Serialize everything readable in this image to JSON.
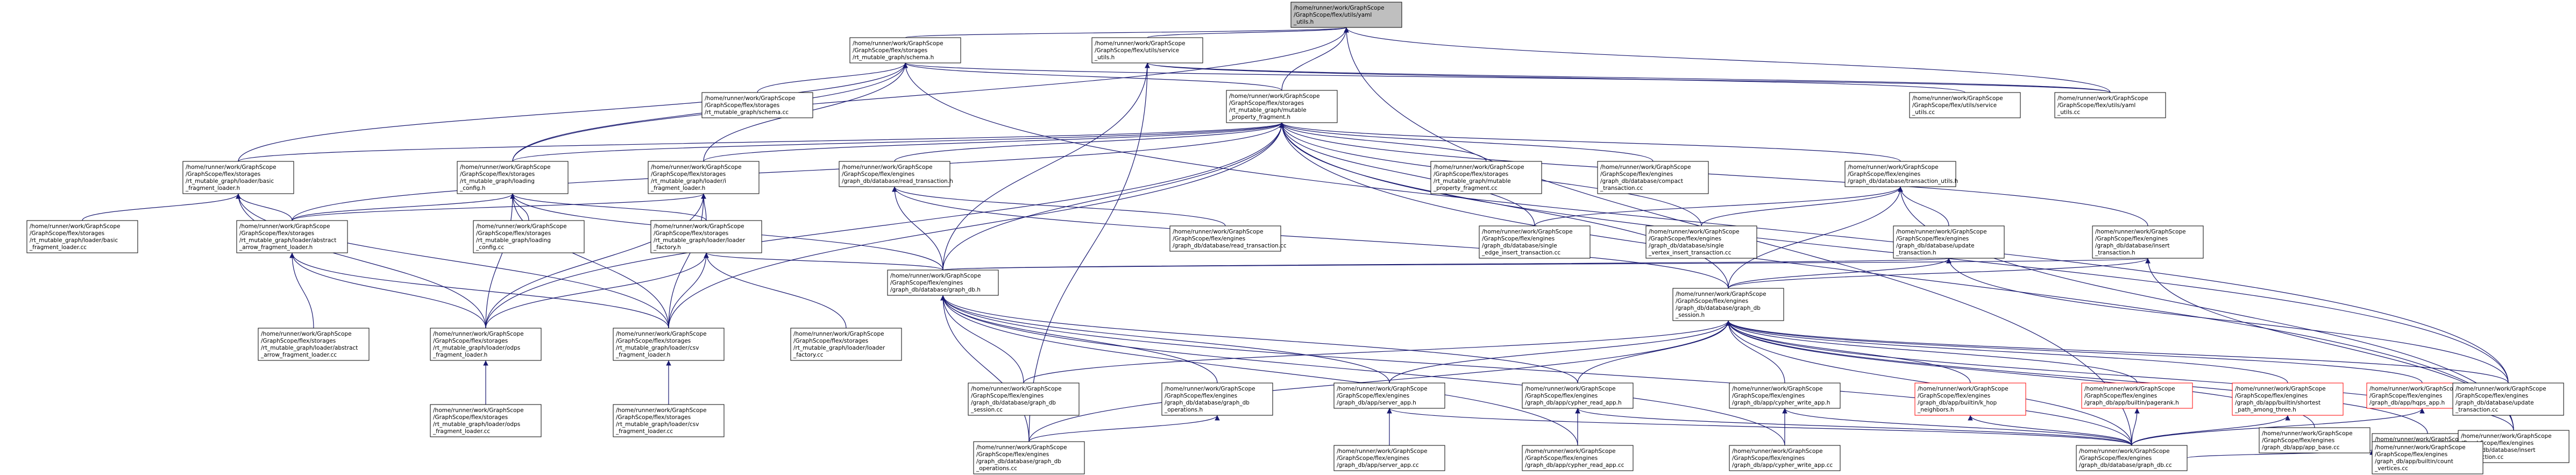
{
  "nodes": [
    {
      "id": "root",
      "lines": [
        "/home/runner/work/GraphScope",
        "/GraphScope/flex/utils/yaml",
        "_utils.h"
      ],
      "style": "root"
    },
    {
      "id": "schema_h",
      "lines": [
        "/home/runner/work/GraphScope",
        "/GraphScope/flex/storages",
        "/rt_mutable_graph/schema.h"
      ]
    },
    {
      "id": "service_utils_h",
      "lines": [
        "/home/runner/work/GraphScope",
        "/GraphScope/flex/utils/service",
        "_utils.h"
      ]
    },
    {
      "id": "mpf_h",
      "lines": [
        "/home/runner/work/GraphScope",
        "/GraphScope/flex/storages",
        "/rt_mutable_graph/mutable",
        "_property_fragment.h"
      ]
    },
    {
      "id": "schema_cc",
      "lines": [
        "/home/runner/work/GraphScope",
        "/GraphScope/flex/storages",
        "/rt_mutable_graph/schema.cc"
      ]
    },
    {
      "id": "service_utils_cc",
      "lines": [
        "/home/runner/work/GraphScope",
        "/GraphScope/flex/utils/service",
        "_utils.cc"
      ]
    },
    {
      "id": "yaml_utils_cc",
      "lines": [
        "/home/runner/work/GraphScope",
        "/GraphScope/flex/utils/yaml",
        "_utils.cc"
      ]
    },
    {
      "id": "basic_loader_h",
      "lines": [
        "/home/runner/work/GraphScope",
        "/GraphScope/flex/storages",
        "/rt_mutable_graph/loader/basic",
        "_fragment_loader.h"
      ]
    },
    {
      "id": "loading_config_h",
      "lines": [
        "/home/runner/work/GraphScope",
        "/GraphScope/flex/storages",
        "/rt_mutable_graph/loading",
        "_config.h"
      ]
    },
    {
      "id": "i_loader_h",
      "lines": [
        "/home/runner/work/GraphScope",
        "/GraphScope/flex/storages",
        "/rt_mutable_graph/loader/i",
        "_fragment_loader.h"
      ]
    },
    {
      "id": "read_txn_h",
      "lines": [
        "/home/runner/work/GraphScope",
        "/GraphScope/flex/engines",
        "/graph_db/database/read_transaction.h"
      ]
    },
    {
      "id": "mpf_cc",
      "lines": [
        "/home/runner/work/GraphScope",
        "/GraphScope/flex/storages",
        "/rt_mutable_graph/mutable",
        "_property_fragment.cc"
      ]
    },
    {
      "id": "compact_txn_cc",
      "lines": [
        "/home/runner/work/GraphScope",
        "/GraphScope/flex/engines",
        "/graph_db/database/compact",
        "_transaction.cc"
      ]
    },
    {
      "id": "txn_utils_h",
      "lines": [
        "/home/runner/work/GraphScope",
        "/GraphScope/flex/engines",
        "/graph_db/database/transaction_utils.h"
      ]
    },
    {
      "id": "basic_loader_cc",
      "lines": [
        "/home/runner/work/GraphScope",
        "/GraphScope/flex/storages",
        "/rt_mutable_graph/loader/basic",
        "_fragment_loader.cc"
      ]
    },
    {
      "id": "abstract_arrow_h",
      "lines": [
        "/home/runner/work/GraphScope",
        "/GraphScope/flex/storages",
        "/rt_mutable_graph/loader/abstract",
        "_arrow_fragment_loader.h"
      ]
    },
    {
      "id": "loading_config_cc",
      "lines": [
        "/home/runner/work/GraphScope",
        "/GraphScope/flex/storages",
        "/rt_mutable_graph/loading",
        "_config.cc"
      ]
    },
    {
      "id": "loader_factory_h",
      "lines": [
        "/home/runner/work/GraphScope",
        "/GraphScope/flex/storages",
        "/rt_mutable_graph/loader/loader",
        "_factory.h"
      ]
    },
    {
      "id": "read_txn_cc",
      "lines": [
        "/home/runner/work/GraphScope",
        "/GraphScope/flex/engines",
        "/graph_db/database/read_transaction.cc"
      ]
    },
    {
      "id": "single_edge_cc",
      "lines": [
        "/home/runner/work/GraphScope",
        "/GraphScope/flex/engines",
        "/graph_db/database/single",
        "_edge_insert_transaction.cc"
      ]
    },
    {
      "id": "single_vertex_cc",
      "lines": [
        "/home/runner/work/GraphScope",
        "/GraphScope/flex/engines",
        "/graph_db/database/single",
        "_vertex_insert_transaction.cc"
      ]
    },
    {
      "id": "update_txn_h",
      "lines": [
        "/home/runner/work/GraphScope",
        "/GraphScope/flex/engines",
        "/graph_db/database/update",
        "_transaction.h"
      ]
    },
    {
      "id": "insert_txn_h",
      "lines": [
        "/home/runner/work/GraphScope",
        "/GraphScope/flex/engines",
        "/graph_db/database/insert",
        "_transaction.h"
      ]
    },
    {
      "id": "graph_db_h",
      "lines": [
        "/home/runner/work/GraphScope",
        "/GraphScope/flex/engines",
        "/graph_db/database/graph_db.h"
      ]
    },
    {
      "id": "graph_db_session_h",
      "lines": [
        "/home/runner/work/GraphScope",
        "/GraphScope/flex/engines",
        "/graph_db/database/graph_db",
        "_session.h"
      ]
    },
    {
      "id": "abstract_arrow_cc",
      "lines": [
        "/home/runner/work/GraphScope",
        "/GraphScope/flex/storages",
        "/rt_mutable_graph/loader/abstract",
        "_arrow_fragment_loader.cc"
      ]
    },
    {
      "id": "odps_loader_h",
      "lines": [
        "/home/runner/work/GraphScope",
        "/GraphScope/flex/storages",
        "/rt_mutable_graph/loader/odps",
        "_fragment_loader.h"
      ]
    },
    {
      "id": "csv_loader_h",
      "lines": [
        "/home/runner/work/GraphScope",
        "/GraphScope/flex/storages",
        "/rt_mutable_graph/loader/csv",
        "_fragment_loader.h"
      ]
    },
    {
      "id": "loader_factory_cc",
      "lines": [
        "/home/runner/work/GraphScope",
        "/GraphScope/flex/storages",
        "/rt_mutable_graph/loader/loader",
        "_factory.cc"
      ]
    },
    {
      "id": "graph_db_session_cc",
      "lines": [
        "/home/runner/work/GraphScope",
        "/GraphScope/flex/engines",
        "/graph_db/database/graph_db",
        "_session.cc"
      ]
    },
    {
      "id": "graph_db_operations_h",
      "lines": [
        "/home/runner/work/GraphScope",
        "/GraphScope/flex/engines",
        "/graph_db/database/graph_db",
        "_operations.h"
      ]
    },
    {
      "id": "server_app_h",
      "lines": [
        "/home/runner/work/GraphScope",
        "/GraphScope/flex/engines",
        "/graph_db/app/server_app.h"
      ]
    },
    {
      "id": "cypher_read_app_h",
      "lines": [
        "/home/runner/work/GraphScope",
        "/GraphScope/flex/engines",
        "/graph_db/app/cypher_read_app.h"
      ]
    },
    {
      "id": "cypher_write_app_h",
      "lines": [
        "/home/runner/work/GraphScope",
        "/GraphScope/flex/engines",
        "/graph_db/app/cypher_write_app.h"
      ]
    },
    {
      "id": "khop_h",
      "lines": [
        "/home/runner/work/GraphScope",
        "/GraphScope/flex/engines",
        "/graph_db/app/builtin/k_hop",
        "_neighbors.h"
      ],
      "style": "red"
    },
    {
      "id": "pagerank_h",
      "lines": [
        "/home/runner/work/GraphScope",
        "/GraphScope/flex/engines",
        "/graph_db/app/builtin/pagerank.h"
      ],
      "style": "red"
    },
    {
      "id": "shortest_path_h",
      "lines": [
        "/home/runner/work/GraphScope",
        "/GraphScope/flex/engines",
        "/graph_db/app/builtin/shortest",
        "_path_among_three.h"
      ],
      "style": "red"
    },
    {
      "id": "app_base_cc",
      "lines": [
        "/home/runner/work/GraphScope",
        "/GraphScope/flex/engines",
        "/graph_db/app/app_base.cc"
      ]
    },
    {
      "id": "hqps_app_h",
      "lines": [
        "/home/runner/work/GraphScope",
        "/GraphScope/flex/engines",
        "/graph_db/app/hqps_app.h"
      ],
      "style": "red"
    },
    {
      "id": "count_vertices_h",
      "lines": [
        "/home/runner/work/GraphScope",
        "/GraphScope/flex/engines",
        "/graph_db/app/builtin/count",
        "_vertices.h"
      ]
    },
    {
      "id": "update_txn_cc",
      "lines": [
        "/home/runner/work/GraphScope",
        "/GraphScope/flex/engines",
        "/graph_db/database/update",
        "_transaction.cc"
      ]
    },
    {
      "id": "insert_txn_cc",
      "lines": [
        "/home/runner/work/GraphScope",
        "/GraphScope/flex/engines",
        "/graph_db/database/insert",
        "_transaction.cc"
      ]
    },
    {
      "id": "odps_loader_cc",
      "lines": [
        "/home/runner/work/GraphScope",
        "/GraphScope/flex/storages",
        "/rt_mutable_graph/loader/odps",
        "_fragment_loader.cc"
      ]
    },
    {
      "id": "csv_loader_cc",
      "lines": [
        "/home/runner/work/GraphScope",
        "/GraphScope/flex/storages",
        "/rt_mutable_graph/loader/csv",
        "_fragment_loader.cc"
      ]
    },
    {
      "id": "graph_db_operations_cc",
      "lines": [
        "/home/runner/work/GraphScope",
        "/GraphScope/flex/engines",
        "/graph_db/database/graph_db",
        "_operations.cc"
      ]
    },
    {
      "id": "server_app_cc",
      "lines": [
        "/home/runner/work/GraphScope",
        "/GraphScope/flex/engines",
        "/graph_db/app/server_app.cc"
      ]
    },
    {
      "id": "cypher_read_app_cc",
      "lines": [
        "/home/runner/work/GraphScope",
        "/GraphScope/flex/engines",
        "/graph_db/app/cypher_read_app.cc"
      ]
    },
    {
      "id": "cypher_write_app_cc",
      "lines": [
        "/home/runner/work/GraphScope",
        "/GraphScope/flex/engines",
        "/graph_db/app/cypher_write_app.cc"
      ]
    },
    {
      "id": "graph_db_cc",
      "lines": [
        "/home/runner/work/GraphScope",
        "/GraphScope/flex/engines",
        "/graph_db/database/graph_db.cc"
      ]
    },
    {
      "id": "count_vertices_cc",
      "lines": [
        "/home/runner/work/GraphScope",
        "/GraphScope/flex/engines",
        "/graph_db/app/builtin/count",
        "_vertices.cc"
      ]
    }
  ],
  "edges": [
    [
      "root",
      "schema_h"
    ],
    [
      "root",
      "service_utils_h"
    ],
    [
      "root",
      "mpf_h"
    ],
    [
      "root",
      "loading_config_h"
    ],
    [
      "root",
      "yaml_utils_cc"
    ],
    [
      "root",
      "graph_db_cc"
    ],
    [
      "schema_h",
      "schema_cc"
    ],
    [
      "schema_h",
      "mpf_h"
    ],
    [
      "schema_h",
      "basic_loader_h"
    ],
    [
      "schema_h",
      "loading_config_h"
    ],
    [
      "schema_h",
      "i_loader_h"
    ],
    [
      "schema_h",
      "yaml_utils_cc"
    ],
    [
      "schema_h",
      "update_txn_cc"
    ],
    [
      "service_utils_h",
      "service_utils_cc"
    ],
    [
      "service_utils_h",
      "graph_db_h"
    ],
    [
      "service_utils_h",
      "graph_db_operations_cc"
    ],
    [
      "service_utils_h",
      "yaml_utils_cc"
    ],
    [
      "mpf_h",
      "basic_loader_h"
    ],
    [
      "mpf_h",
      "loading_config_h"
    ],
    [
      "mpf_h",
      "i_loader_h"
    ],
    [
      "mpf_h",
      "read_txn_h"
    ],
    [
      "mpf_h",
      "mpf_cc"
    ],
    [
      "mpf_h",
      "compact_txn_cc"
    ],
    [
      "mpf_h",
      "txn_utils_h"
    ],
    [
      "mpf_h",
      "abstract_arrow_h"
    ],
    [
      "mpf_h",
      "graph_db_h"
    ],
    [
      "mpf_h",
      "single_edge_cc"
    ],
    [
      "mpf_h",
      "single_vertex_cc"
    ],
    [
      "mpf_h",
      "insert_txn_h"
    ],
    [
      "mpf_h",
      "graph_db_session_h"
    ],
    [
      "mpf_h",
      "odps_loader_h"
    ],
    [
      "mpf_h",
      "csv_loader_h"
    ],
    [
      "mpf_h",
      "update_txn_cc"
    ],
    [
      "mpf_h",
      "insert_txn_cc"
    ],
    [
      "basic_loader_h",
      "basic_loader_cc"
    ],
    [
      "basic_loader_h",
      "abstract_arrow_h"
    ],
    [
      "basic_loader_h",
      "odps_loader_h"
    ],
    [
      "basic_loader_h",
      "csv_loader_h"
    ],
    [
      "loading_config_h",
      "abstract_arrow_h"
    ],
    [
      "loading_config_h",
      "loading_config_cc"
    ],
    [
      "loading_config_h",
      "loader_factory_h"
    ],
    [
      "loading_config_h",
      "odps_loader_h"
    ],
    [
      "loading_config_h",
      "csv_loader_h"
    ],
    [
      "loading_config_h",
      "graph_db_h"
    ],
    [
      "i_loader_h",
      "abstract_arrow_h"
    ],
    [
      "i_loader_h",
      "loader_factory_h"
    ],
    [
      "i_loader_h",
      "odps_loader_h"
    ],
    [
      "i_loader_h",
      "csv_loader_h"
    ],
    [
      "read_txn_h",
      "read_txn_cc"
    ],
    [
      "read_txn_h",
      "graph_db_h"
    ],
    [
      "read_txn_h",
      "graph_db_session_h"
    ],
    [
      "txn_utils_h",
      "single_edge_cc"
    ],
    [
      "txn_utils_h",
      "single_vertex_cc"
    ],
    [
      "txn_utils_h",
      "update_txn_h"
    ],
    [
      "txn_utils_h",
      "graph_db_session_h"
    ],
    [
      "txn_utils_h",
      "insert_txn_cc"
    ],
    [
      "abstract_arrow_h",
      "abstract_arrow_cc"
    ],
    [
      "abstract_arrow_h",
      "odps_loader_h"
    ],
    [
      "abstract_arrow_h",
      "csv_loader_h"
    ],
    [
      "loader_factory_h",
      "loader_factory_cc"
    ],
    [
      "loader_factory_h",
      "graph_db_h"
    ],
    [
      "loader_factory_h",
      "odps_loader_h"
    ],
    [
      "loader_factory_h",
      "csv_loader_h"
    ],
    [
      "update_txn_h",
      "graph_db_h"
    ],
    [
      "update_txn_h",
      "graph_db_session_h"
    ],
    [
      "update_txn_h",
      "update_txn_cc"
    ],
    [
      "insert_txn_h",
      "graph_db_h"
    ],
    [
      "insert_txn_h",
      "graph_db_session_h"
    ],
    [
      "insert_txn_h",
      "insert_txn_cc"
    ],
    [
      "graph_db_h",
      "graph_db_session_cc"
    ],
    [
      "graph_db_h",
      "graph_db_operations_h"
    ],
    [
      "graph_db_h",
      "server_app_h"
    ],
    [
      "graph_db_h",
      "cypher_read_app_h"
    ],
    [
      "graph_db_h",
      "graph_db_operations_cc"
    ],
    [
      "graph_db_h",
      "cypher_read_app_cc"
    ],
    [
      "graph_db_h",
      "cypher_write_app_cc"
    ],
    [
      "graph_db_h",
      "graph_db_cc"
    ],
    [
      "graph_db_session_h",
      "graph_db_session_cc"
    ],
    [
      "graph_db_session_h",
      "server_app_h"
    ],
    [
      "graph_db_session_h",
      "cypher_read_app_h"
    ],
    [
      "graph_db_session_h",
      "cypher_write_app_h"
    ],
    [
      "graph_db_session_h",
      "khop_h"
    ],
    [
      "graph_db_session_h",
      "pagerank_h"
    ],
    [
      "graph_db_session_h",
      "shortest_path_h"
    ],
    [
      "graph_db_session_h",
      "app_base_cc"
    ],
    [
      "graph_db_session_h",
      "hqps_app_h"
    ],
    [
      "graph_db_session_h",
      "count_vertices_h"
    ],
    [
      "graph_db_session_h",
      "update_txn_cc"
    ],
    [
      "graph_db_session_h",
      "insert_txn_cc"
    ],
    [
      "graph_db_session_h",
      "graph_db_operations_cc"
    ],
    [
      "graph_db_session_h",
      "graph_db_cc"
    ],
    [
      "odps_loader_h",
      "odps_loader_cc"
    ],
    [
      "csv_loader_h",
      "csv_loader_cc"
    ],
    [
      "graph_db_operations_h",
      "graph_db_operations_cc"
    ],
    [
      "server_app_h",
      "server_app_cc"
    ],
    [
      "server_app_h",
      "graph_db_cc"
    ],
    [
      "cypher_read_app_h",
      "cypher_read_app_cc"
    ],
    [
      "cypher_read_app_h",
      "graph_db_cc"
    ],
    [
      "cypher_write_app_h",
      "cypher_write_app_cc"
    ],
    [
      "cypher_write_app_h",
      "graph_db_cc"
    ],
    [
      "khop_h",
      "graph_db_cc"
    ],
    [
      "pagerank_h",
      "graph_db_cc"
    ],
    [
      "shortest_path_h",
      "graph_db_cc"
    ],
    [
      "hqps_app_h",
      "graph_db_cc"
    ],
    [
      "count_vertices_h",
      "graph_db_cc"
    ],
    [
      "count_vertices_h",
      "count_vertices_cc"
    ]
  ]
}
